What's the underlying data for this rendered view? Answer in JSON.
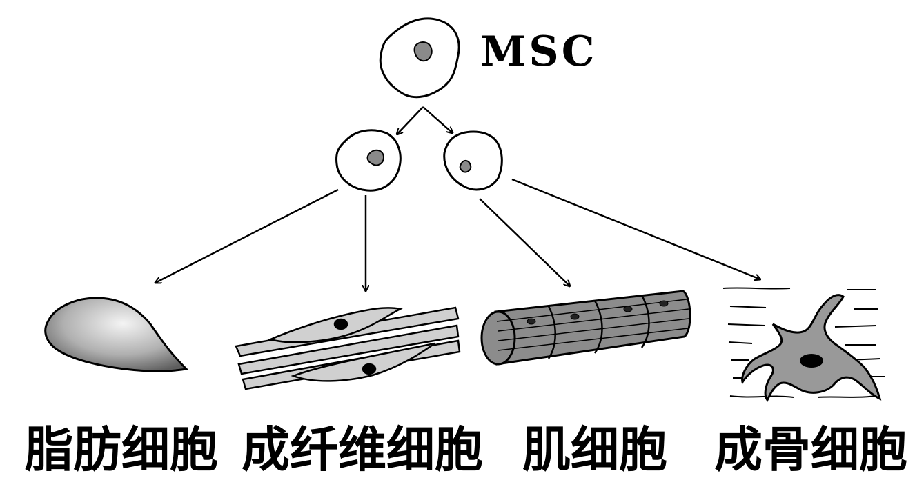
{
  "labels": {
    "stem": "MSC",
    "adipocyte": "脂肪细胞",
    "fibroblast": "成纤维细胞",
    "muscle": "肌细胞",
    "osteocyte": "成骨细胞"
  },
  "colors": {
    "stroke": "#000000",
    "nucleus": "#8a8a8a",
    "cell_fill": "#ffffff",
    "fibroblast_fill": "#d0d0d0",
    "muscle_fill": "#8c8c8c",
    "osteo_fill": "#999999"
  }
}
